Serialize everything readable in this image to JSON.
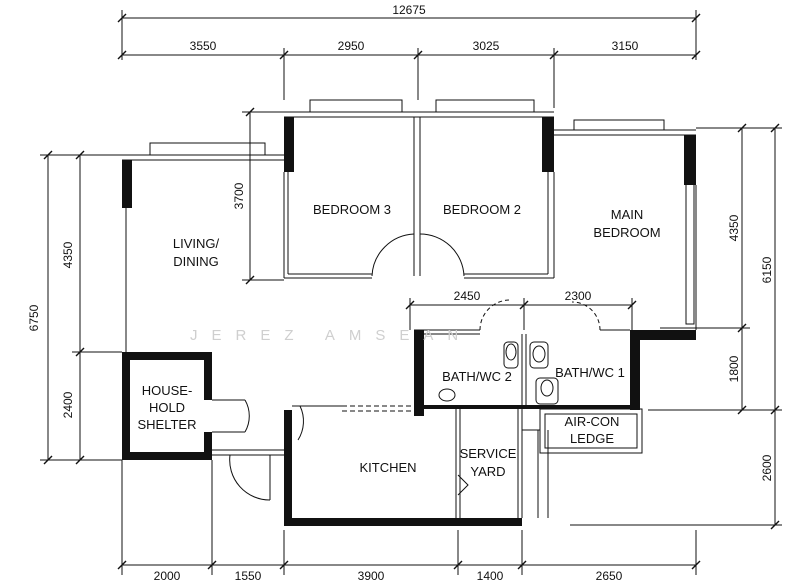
{
  "dimensions": {
    "overall_top": "12675",
    "top": [
      "3550",
      "2950",
      "3025",
      "3150"
    ],
    "bath_row": [
      "2450",
      "2300"
    ],
    "bottom": [
      "2000",
      "1550",
      "3900",
      "1400",
      "2650"
    ],
    "left_total": "6750",
    "left": [
      "4350",
      "2400"
    ],
    "bedroom3_height": "3700",
    "right_inner": [
      "4350",
      "1800"
    ],
    "right_outer": [
      "6150",
      "2600"
    ]
  },
  "rooms": {
    "bedroom3": "BEDROOM 3",
    "bedroom2": "BEDROOM 2",
    "main_bedroom": [
      "MAIN",
      "BEDROOM"
    ],
    "living_dining": [
      "LIVING/",
      "DINING"
    ],
    "household_shelter": [
      "HOUSE-",
      "HOLD",
      "SHELTER"
    ],
    "bath_wc_2": "BATH/WC 2",
    "bath_wc_1": "BATH/WC 1",
    "kitchen": "KITCHEN",
    "service_yard": [
      "SERVICE",
      "YARD"
    ],
    "aircon_ledge": [
      "AIR-CON",
      "LEDGE"
    ]
  },
  "watermark": "JEREZ AMSEAN"
}
